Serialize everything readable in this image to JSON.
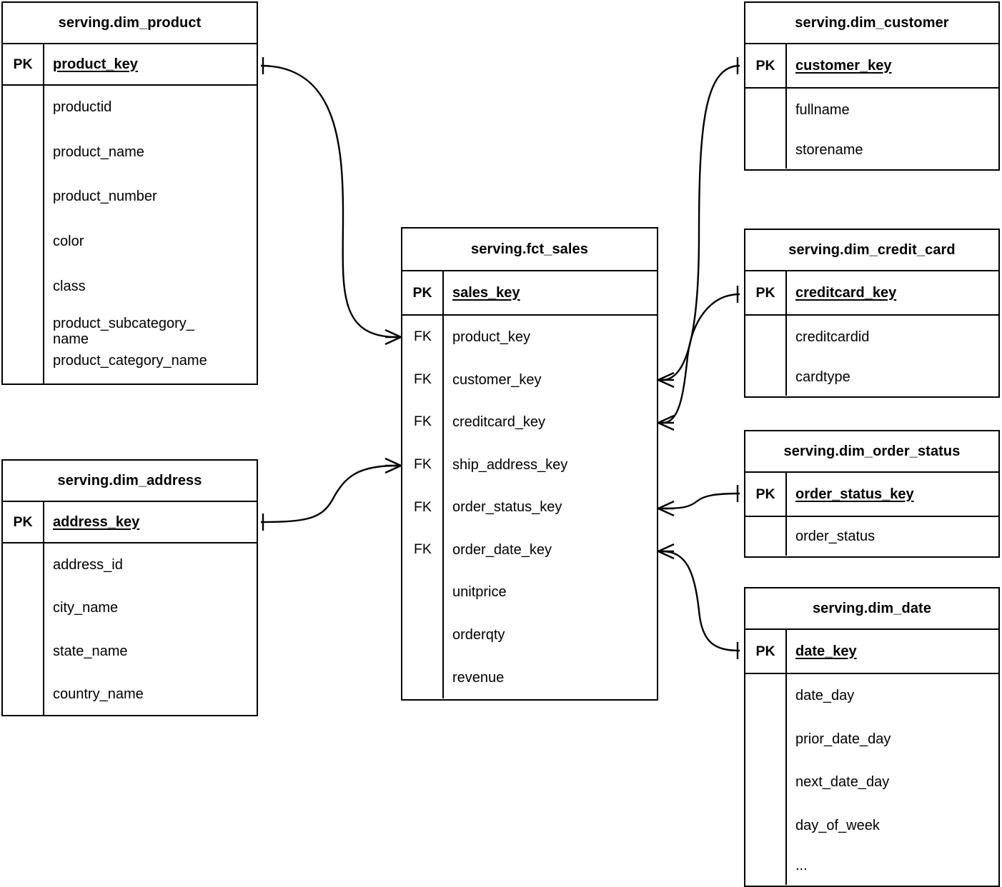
{
  "diagram": {
    "kind": "entity-relationship-diagram",
    "notation": "crow's-foot",
    "background": "#ffffff",
    "line_color": "#000000"
  },
  "labels": {
    "pk": "PK",
    "fk": "FK",
    "ellipsis": "..."
  },
  "entities": [
    {
      "id": "dim_product",
      "title": "serving.dim_product",
      "pk_tag": "PK",
      "pk_name": "product_key",
      "attributes": [
        "productid",
        "product_name",
        "product_number",
        "color",
        "class",
        "product_subcategory_\nname",
        "product_category_name"
      ]
    },
    {
      "id": "dim_address",
      "title": "serving.dim_address",
      "pk_tag": "PK",
      "pk_name": "address_key",
      "attributes": [
        "address_id",
        "city_name",
        "state_name",
        "country_name"
      ]
    },
    {
      "id": "fct_sales",
      "title": "serving.fct_sales",
      "pk_tag": "PK",
      "pk_name": "sales_key",
      "columns": [
        {
          "tag": "FK",
          "name": "product_key"
        },
        {
          "tag": "FK",
          "name": "customer_key"
        },
        {
          "tag": "FK",
          "name": "creditcard_key"
        },
        {
          "tag": "FK",
          "name": "ship_address_key"
        },
        {
          "tag": "FK",
          "name": "order_status_key"
        },
        {
          "tag": "FK",
          "name": "order_date_key"
        },
        {
          "tag": "",
          "name": "unitprice"
        },
        {
          "tag": "",
          "name": "orderqty"
        },
        {
          "tag": "",
          "name": "revenue"
        }
      ]
    },
    {
      "id": "dim_customer",
      "title": "serving.dim_customer",
      "pk_tag": "PK",
      "pk_name": "customer_key",
      "attributes": [
        "fullname",
        "storename"
      ]
    },
    {
      "id": "dim_credit_card",
      "title": "serving.dim_credit_card",
      "pk_tag": "PK",
      "pk_name": "creditcard_key",
      "attributes": [
        "creditcardid",
        "cardtype"
      ]
    },
    {
      "id": "dim_order_status",
      "title": "serving.dim_order_status",
      "pk_tag": "PK",
      "pk_name": "order_status_key",
      "attributes": [
        "order_status"
      ]
    },
    {
      "id": "dim_date",
      "title": "serving.dim_date",
      "pk_tag": "PK",
      "pk_name": "date_key",
      "attributes": [
        "date_day",
        "prior_date_day",
        "next_date_day",
        "day_of_week",
        "..."
      ]
    }
  ],
  "relationships": [
    {
      "id": "rel-product",
      "from": "dim_product.product_key",
      "to": "fct_sales.product_key",
      "from_cardinality": "one",
      "to_cardinality": "many"
    },
    {
      "id": "rel-customer",
      "from": "dim_customer.customer_key",
      "to": "fct_sales.customer_key",
      "from_cardinality": "one",
      "to_cardinality": "many"
    },
    {
      "id": "rel-creditcard",
      "from": "dim_credit_card.creditcard_key",
      "to": "fct_sales.creditcard_key",
      "from_cardinality": "one",
      "to_cardinality": "many"
    },
    {
      "id": "rel-address",
      "from": "dim_address.address_key",
      "to": "fct_sales.ship_address_key",
      "from_cardinality": "one",
      "to_cardinality": "many"
    },
    {
      "id": "rel-orderstatus",
      "from": "dim_order_status.order_status_key",
      "to": "fct_sales.order_status_key",
      "from_cardinality": "one",
      "to_cardinality": "many"
    },
    {
      "id": "rel-date",
      "from": "dim_date.date_key",
      "to": "fct_sales.order_date_key",
      "from_cardinality": "one",
      "to_cardinality": "many"
    }
  ]
}
